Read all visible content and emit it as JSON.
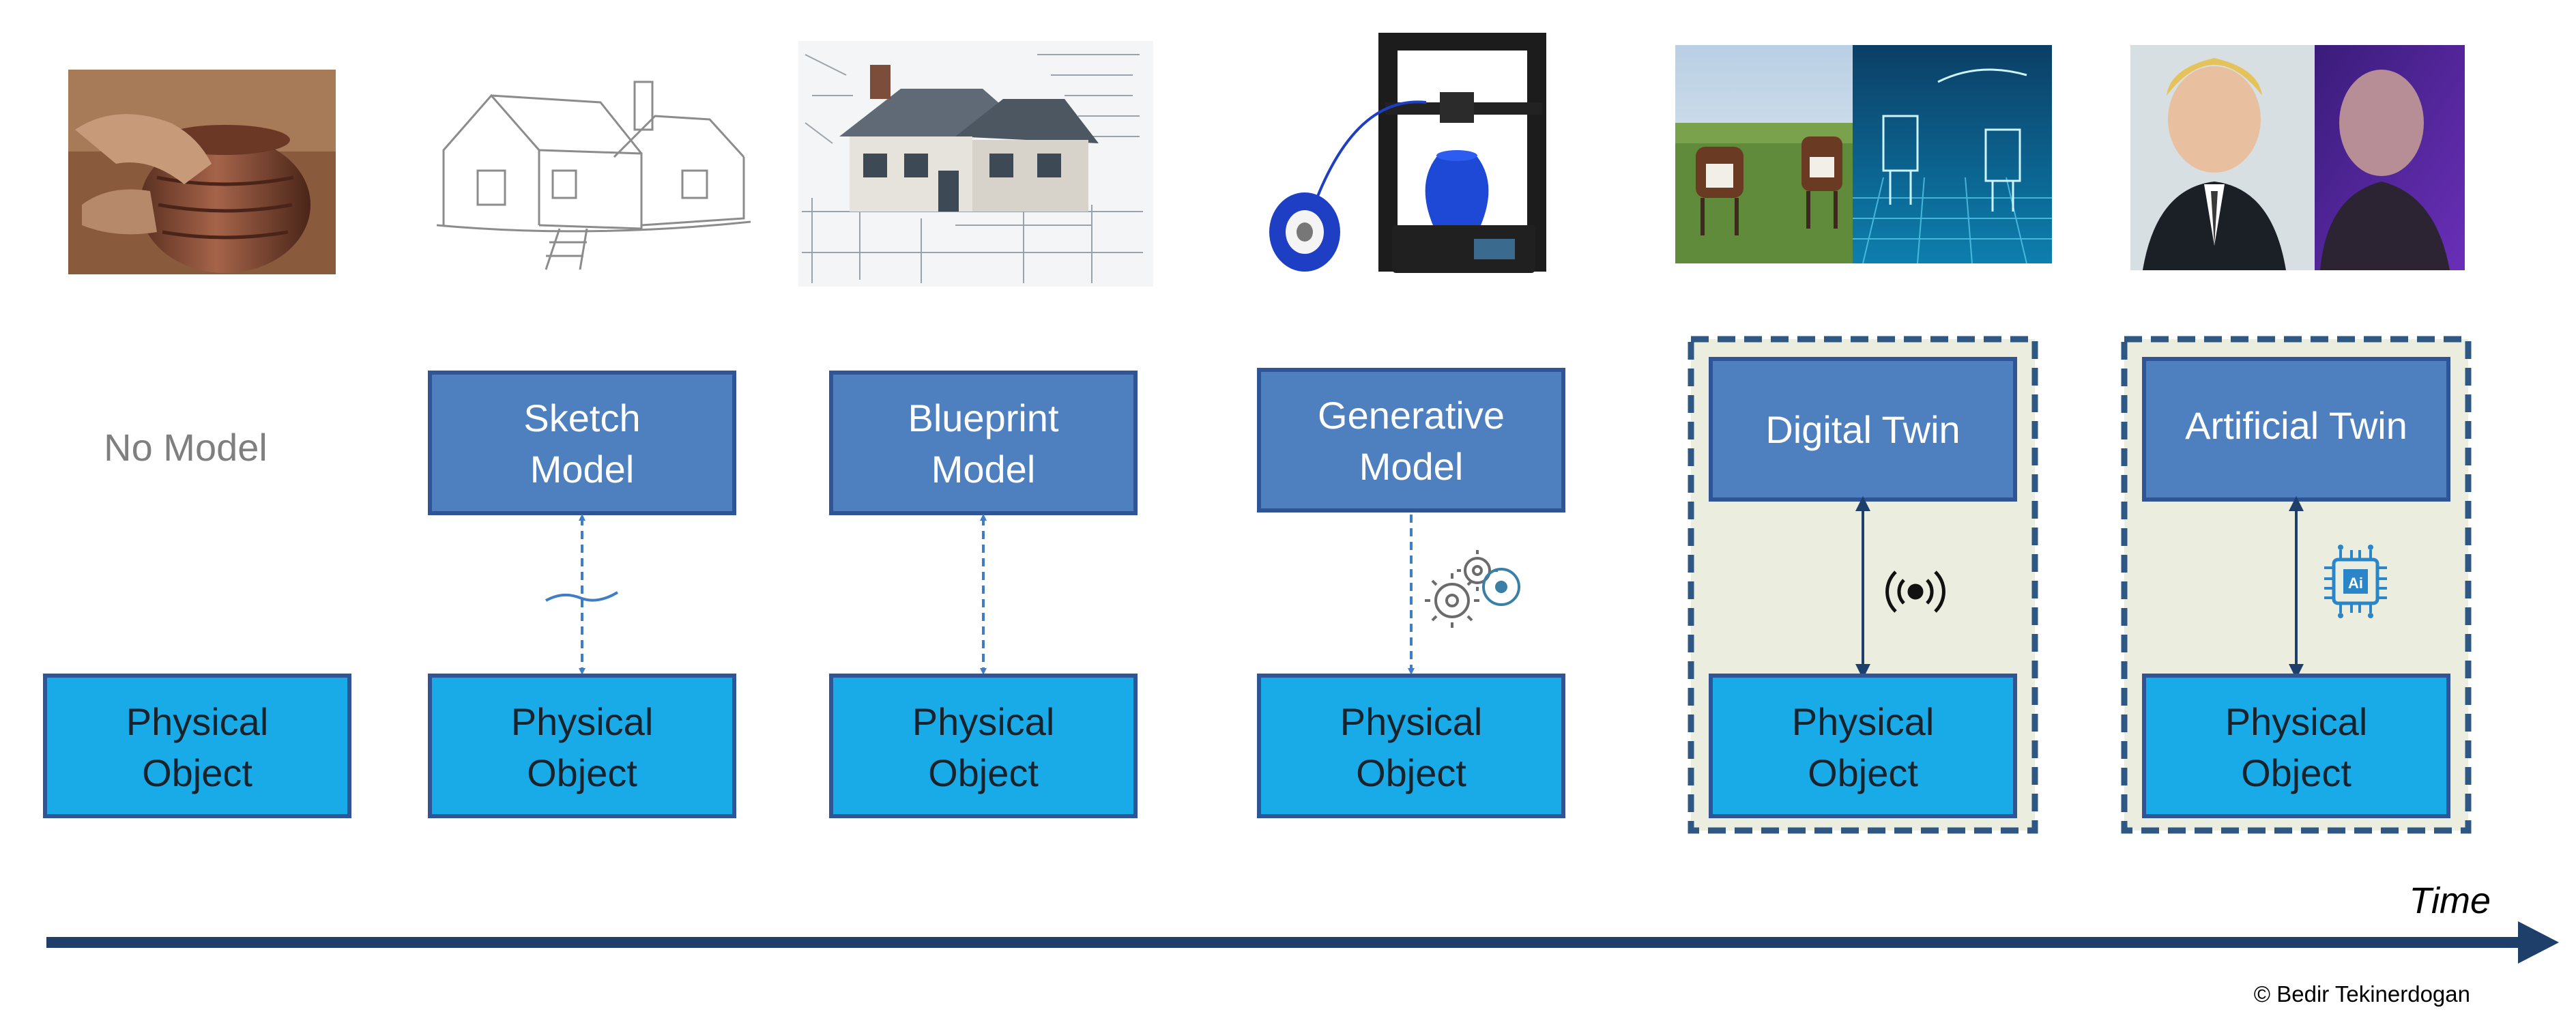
{
  "colors": {
    "model_box": "#4e7fbe",
    "model_border": "#2f5597",
    "physical_box": "#19abe8",
    "physical_border": "#2f5597",
    "twin_panel_bg": "#ebeedf",
    "twin_panel_border": "#2e5784",
    "connector": "#3f7dc4",
    "timeline": "#1f3f6b"
  },
  "stages": [
    {
      "id": "no-model",
      "model_label": "No Model",
      "model_lines": [],
      "physical_lines": [
        "Physical",
        "Object"
      ],
      "image": "pottery-image",
      "connector": "none"
    },
    {
      "id": "sketch",
      "model_lines": [
        "Sketch",
        "Model"
      ],
      "physical_lines": [
        "Physical",
        "Object"
      ],
      "image": "house-sketch-image",
      "connector": "dashed-bidirectional-broken"
    },
    {
      "id": "blueprint",
      "model_lines": [
        "Blueprint",
        "Model"
      ],
      "physical_lines": [
        "Physical",
        "Object"
      ],
      "image": "blueprint-house-image",
      "connector": "dashed-bidirectional"
    },
    {
      "id": "generative",
      "model_lines": [
        "Generative",
        "Model"
      ],
      "physical_lines": [
        "Physical",
        "Object"
      ],
      "image": "3d-printer-image",
      "connector": "dashed-down",
      "icon": "gears-icon"
    },
    {
      "id": "digital-twin",
      "model_lines": [
        "Digital Twin"
      ],
      "physical_lines": [
        "Physical",
        "Object"
      ],
      "image": "cows-digital-image",
      "connector": "solid-bidirectional",
      "icon": "broadcast-icon"
    },
    {
      "id": "artificial-twin",
      "model_lines": [
        "Artificial Twin"
      ],
      "physical_lines": [
        "Physical",
        "Object"
      ],
      "image": "two-faces-image",
      "connector": "solid-bidirectional",
      "icon": "ai-chip-icon"
    }
  ],
  "timeline": {
    "label": "Time"
  },
  "copyright": "© Bedir Tekinerdogan"
}
